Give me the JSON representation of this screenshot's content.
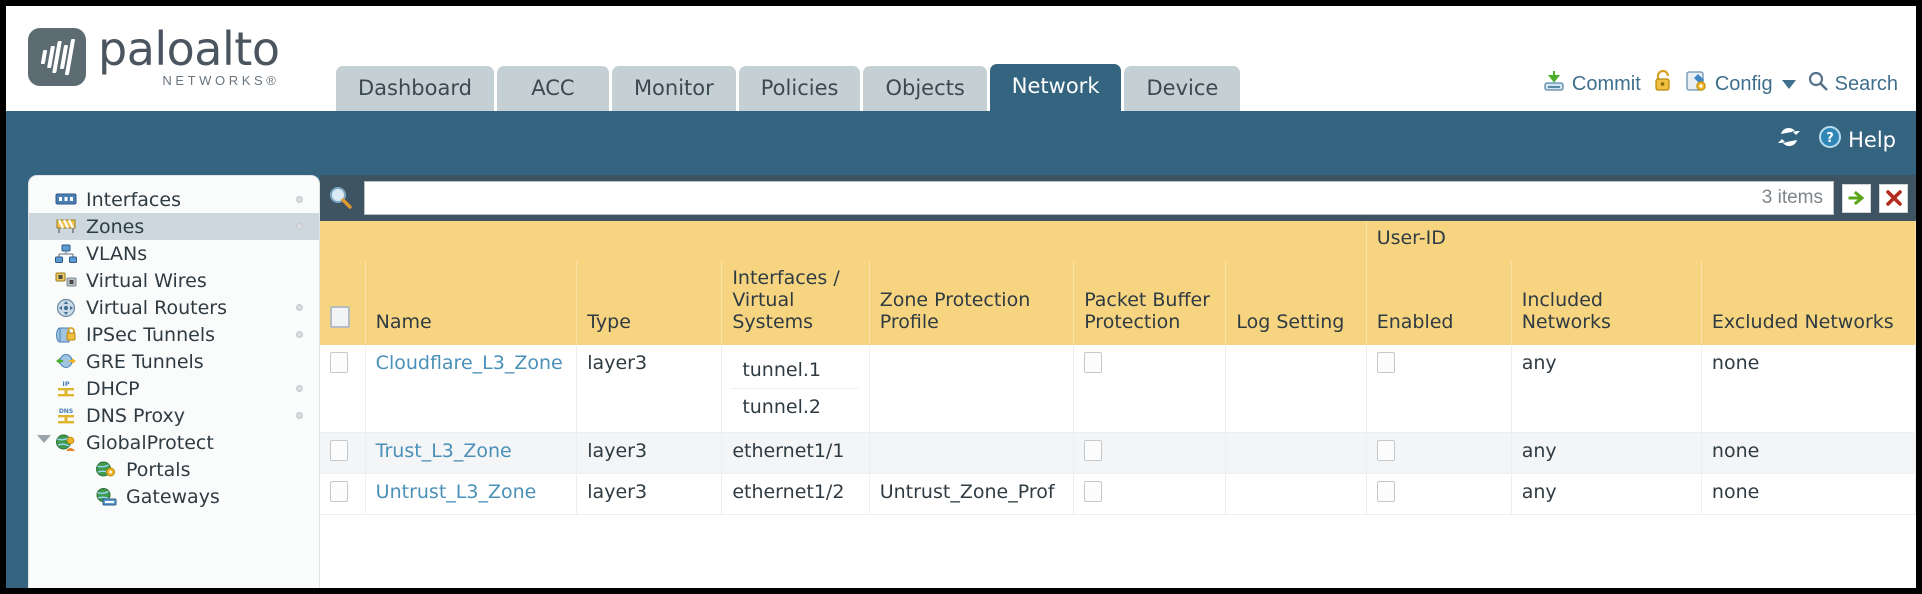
{
  "brand": {
    "name": "paloalto",
    "tagline": "NETWORKS®",
    "logo_icon": "paloalto-logo-icon"
  },
  "nav_tabs": [
    {
      "label": "Dashboard",
      "active": false
    },
    {
      "label": "ACC",
      "active": false
    },
    {
      "label": "Monitor",
      "active": false
    },
    {
      "label": "Policies",
      "active": false
    },
    {
      "label": "Objects",
      "active": false
    },
    {
      "label": "Network",
      "active": true
    },
    {
      "label": "Device",
      "active": false
    }
  ],
  "top_actions": {
    "commit": "Commit",
    "commit_icon": "commit-save-icon",
    "lock_icon": "padlock-icon",
    "config": "Config",
    "config_icon": "config-wrench-icon",
    "search": "Search",
    "search_icon": "magnifier-icon"
  },
  "band": {
    "refresh_icon": "refresh-icon",
    "help_label": "Help",
    "help_icon": "help-question-icon"
  },
  "sidebar": {
    "items": [
      {
        "label": "Interfaces",
        "icon": "interfaces-icon",
        "selected": false,
        "child": false,
        "twisty": false,
        "dot": true
      },
      {
        "label": "Zones",
        "icon": "zones-icon",
        "selected": true,
        "child": false,
        "twisty": false,
        "dot": true
      },
      {
        "label": "VLANs",
        "icon": "vlans-icon",
        "selected": false,
        "child": false,
        "twisty": false,
        "dot": false
      },
      {
        "label": "Virtual Wires",
        "icon": "virtual-wires-icon",
        "selected": false,
        "child": false,
        "twisty": false,
        "dot": false
      },
      {
        "label": "Virtual Routers",
        "icon": "virtual-routers-icon",
        "selected": false,
        "child": false,
        "twisty": false,
        "dot": true
      },
      {
        "label": "IPSec Tunnels",
        "icon": "ipsec-tunnels-icon",
        "selected": false,
        "child": false,
        "twisty": false,
        "dot": true
      },
      {
        "label": "GRE Tunnels",
        "icon": "gre-tunnels-icon",
        "selected": false,
        "child": false,
        "twisty": false,
        "dot": false
      },
      {
        "label": "DHCP",
        "icon": "dhcp-icon",
        "selected": false,
        "child": false,
        "twisty": false,
        "dot": true
      },
      {
        "label": "DNS Proxy",
        "icon": "dns-proxy-icon",
        "selected": false,
        "child": false,
        "twisty": false,
        "dot": true
      },
      {
        "label": "GlobalProtect",
        "icon": "globalprotect-icon",
        "selected": false,
        "child": false,
        "twisty": true,
        "dot": false
      },
      {
        "label": "Portals",
        "icon": "portals-icon",
        "selected": false,
        "child": true,
        "twisty": false,
        "dot": false
      },
      {
        "label": "Gateways",
        "icon": "gateways-icon",
        "selected": false,
        "child": true,
        "twisty": false,
        "dot": false
      }
    ]
  },
  "filter": {
    "value": "",
    "placeholder": "",
    "items_count": "3 items",
    "search_icon": "magnifier-icon",
    "apply_icon": "green-arrow-icon",
    "clear_icon": "red-x-icon"
  },
  "table": {
    "group_header": "User-ID",
    "columns": [
      "Name",
      "Type",
      "Interfaces / Virtual Systems",
      "Zone Protection Profile",
      "Packet Buffer Protection",
      "Log Setting",
      "Enabled",
      "Included Networks",
      "Excluded Networks"
    ],
    "rows": [
      {
        "name": "Cloudflare_L3_Zone",
        "type": "layer3",
        "interfaces": [
          "tunnel.1",
          "tunnel.2"
        ],
        "zone_protection_profile": "",
        "packet_buffer_protection": false,
        "log_setting": "",
        "userid_enabled": false,
        "included_networks": "any",
        "excluded_networks": "none"
      },
      {
        "name": "Trust_L3_Zone",
        "type": "layer3",
        "interfaces": [
          "ethernet1/1"
        ],
        "zone_protection_profile": "",
        "packet_buffer_protection": false,
        "log_setting": "",
        "userid_enabled": false,
        "included_networks": "any",
        "excluded_networks": "none"
      },
      {
        "name": "Untrust_L3_Zone",
        "type": "layer3",
        "interfaces": [
          "ethernet1/2"
        ],
        "zone_protection_profile": "Untrust_Zone_Prof",
        "packet_buffer_protection": false,
        "log_setting": "",
        "userid_enabled": false,
        "included_networks": "any",
        "excluded_networks": "none"
      }
    ]
  },
  "colors": {
    "brand_blue": "#34647f",
    "header_gold": "#f7d480",
    "group_gold": "#e0ad43",
    "link_blue": "#4a90b8",
    "tab_inactive": "#c5d0d4"
  }
}
